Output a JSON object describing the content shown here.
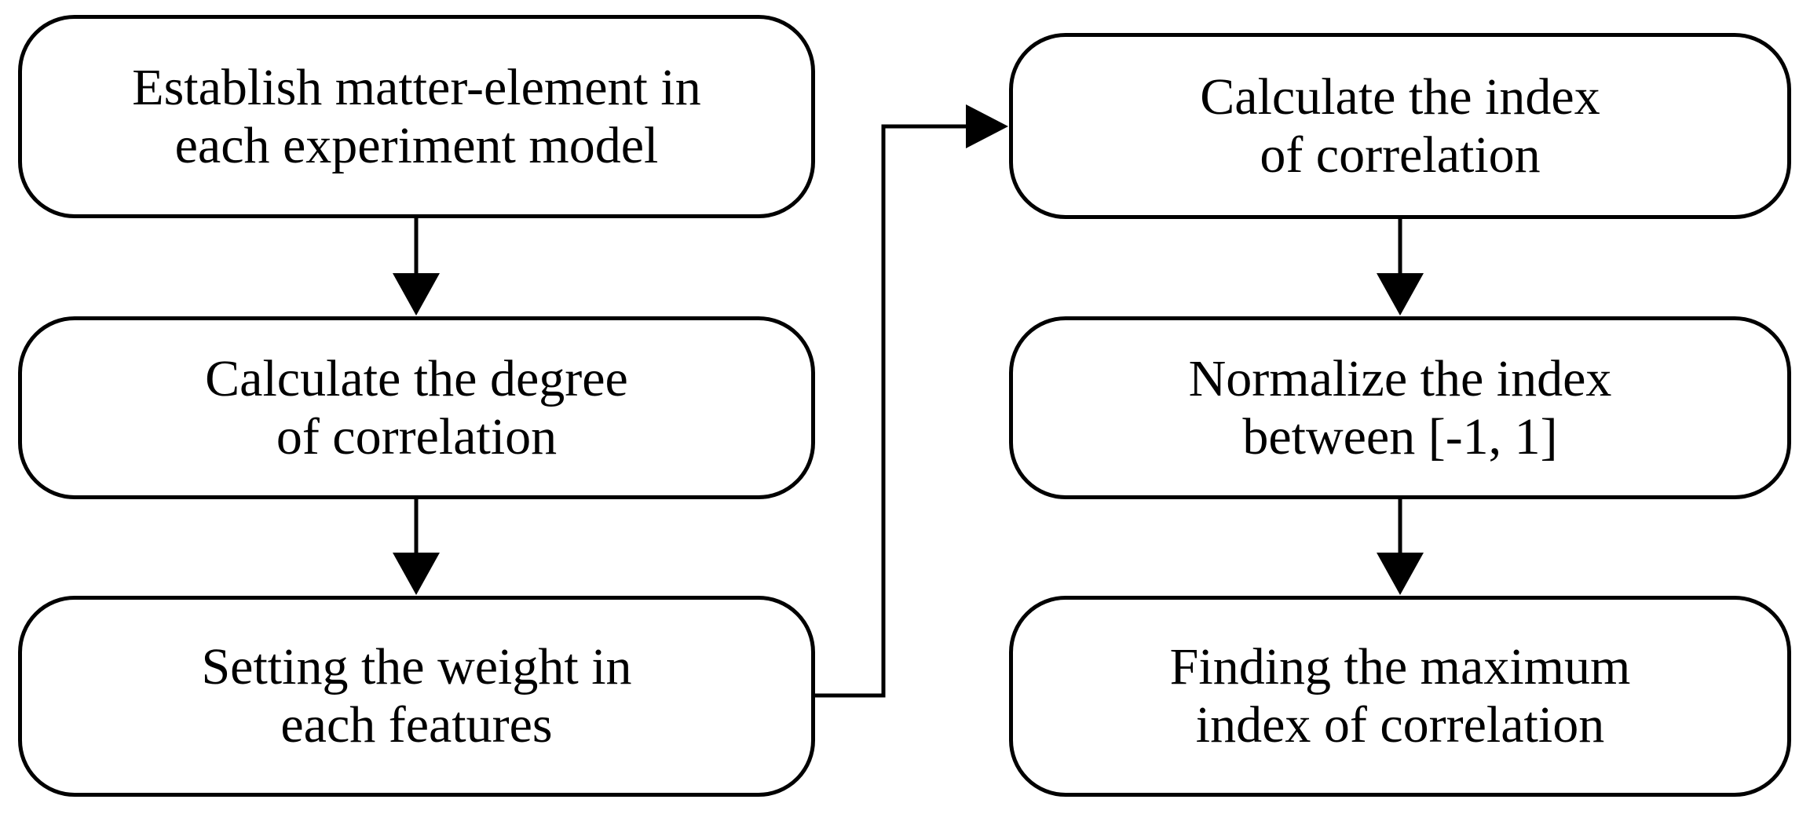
{
  "diagram": {
    "left_column": [
      {
        "label": "Establish matter-element in\neach experiment model"
      },
      {
        "label": "Calculate the degree\nof correlation"
      },
      {
        "label": "Setting the weight in\neach features"
      }
    ],
    "right_column": [
      {
        "label": "Calculate the index\nof correlation"
      },
      {
        "label": "Normalize the index\nbetween [-1, 1]"
      },
      {
        "label": "Finding the maximum\nindex of correlation"
      }
    ],
    "colors": {
      "stroke": "#000000",
      "background": "#ffffff"
    }
  }
}
